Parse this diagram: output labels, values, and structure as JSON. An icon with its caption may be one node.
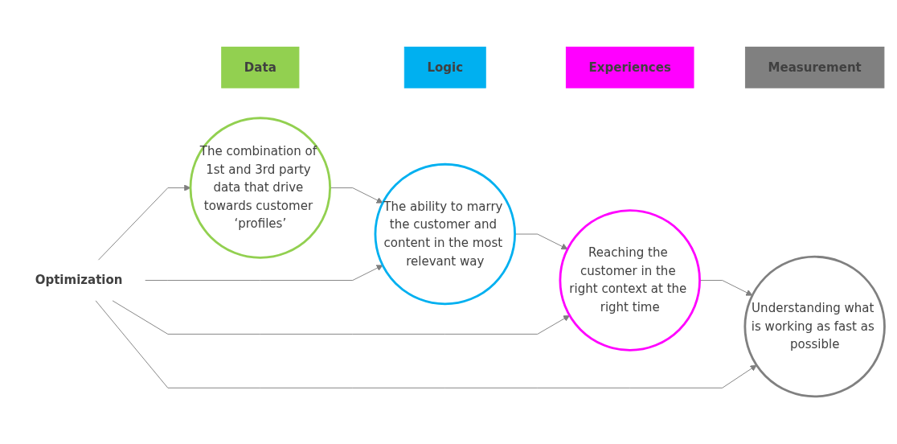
{
  "diagram": {
    "nodes": [
      {
        "text": [
          "Data"
        ]
      },
      {
        "text": [
          "Logic"
        ]
      },
      {
        "text": [
          "Experiences"
        ]
      },
      {
        "text": [
          "Measurement"
        ]
      },
      {
        "text": [
          "The combination of 1st and 3rd party data that drive towards customer ‘profiles’"
        ]
      },
      {
        "text": [
          "The ability to marry the customer and content in the most relevant way"
        ]
      },
      {
        "text": [
          "Reaching the customer in the right context at the right time"
        ]
      },
      {
        "text": [
          "Understanding what is working as fast as possible"
        ]
      },
      {
        "text": [
          "Optimization"
        ]
      }
    ],
    "edges": [
      {
        "from": 4,
        "to": 5,
        "arrow": "to"
      },
      {
        "from": 5,
        "to": 6,
        "arrow": "to"
      },
      {
        "from": 6,
        "to": 7,
        "arrow": "to"
      },
      {
        "from": 8,
        "to": 4,
        "arrow": "to"
      },
      {
        "from": 8,
        "to": 5,
        "arrow": "to"
      },
      {
        "from": 8,
        "to": 6,
        "arrow": "to"
      },
      {
        "from": 8,
        "to": 7,
        "arrow": "to"
      }
    ]
  }
}
